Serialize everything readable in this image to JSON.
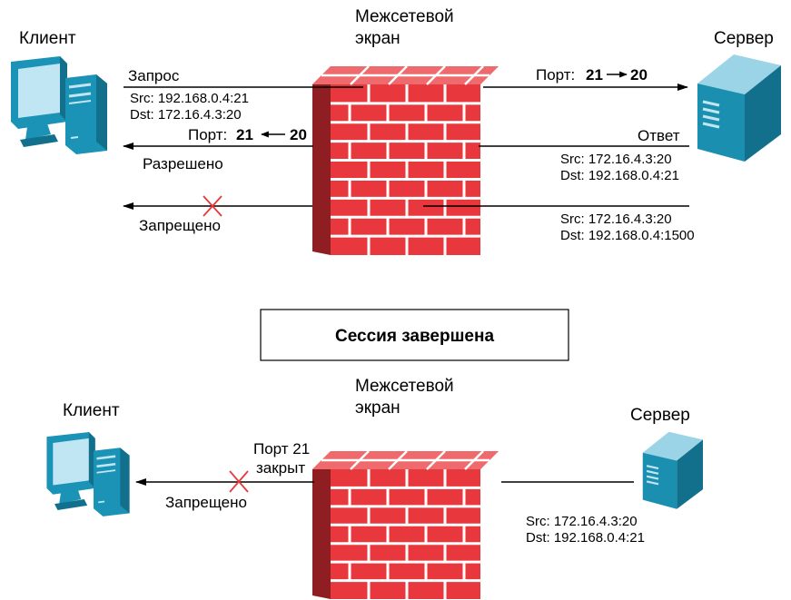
{
  "top": {
    "firewall_label_1": "Межсетевой",
    "firewall_label_2": "экран",
    "client_label": "Клиент",
    "server_label": "Сервер",
    "request_label": "Запрос",
    "request_src": "Src: 192.168.0.4:21",
    "request_dst": "Dst: 172.16.4.3:20",
    "port_right_prefix": "Порт:",
    "port_right_from": "21",
    "port_right_to": "20",
    "port_left_prefix": "Порт:",
    "port_left_a": "21",
    "port_left_b": "20",
    "allowed_label": "Разрешено",
    "reply_label": "Ответ",
    "reply_src": "Src: 172.16.4.3:20",
    "reply_dst": "Dst: 192.168.0.4:21",
    "denied_label": "Запрещено",
    "denied_src": "Src: 172.16.4.3:20",
    "denied_dst": "Dst: 192.168.0.4:1500"
  },
  "session_box_label": "Сессия завершена",
  "bottom": {
    "firewall_label_1": "Межсетевой",
    "firewall_label_2": "экран",
    "client_label": "Клиент",
    "server_label": "Сервер",
    "port_closed_1": "Порт 21",
    "port_closed_2": "закрыт",
    "denied_label": "Запрещено",
    "src": "Src: 172.16.4.3:20",
    "dst": "Dst: 192.168.0.4:21"
  },
  "colors": {
    "brick_front": "#e8383d",
    "brick_top": "#ee6a6d",
    "brick_side": "#8f1e22",
    "mortar": "#ffffff",
    "computer_teal": "#1b93b6",
    "computer_light": "#bfe6f2",
    "server_teal": "#1b8fb0",
    "deny_x": "#e8383d"
  }
}
